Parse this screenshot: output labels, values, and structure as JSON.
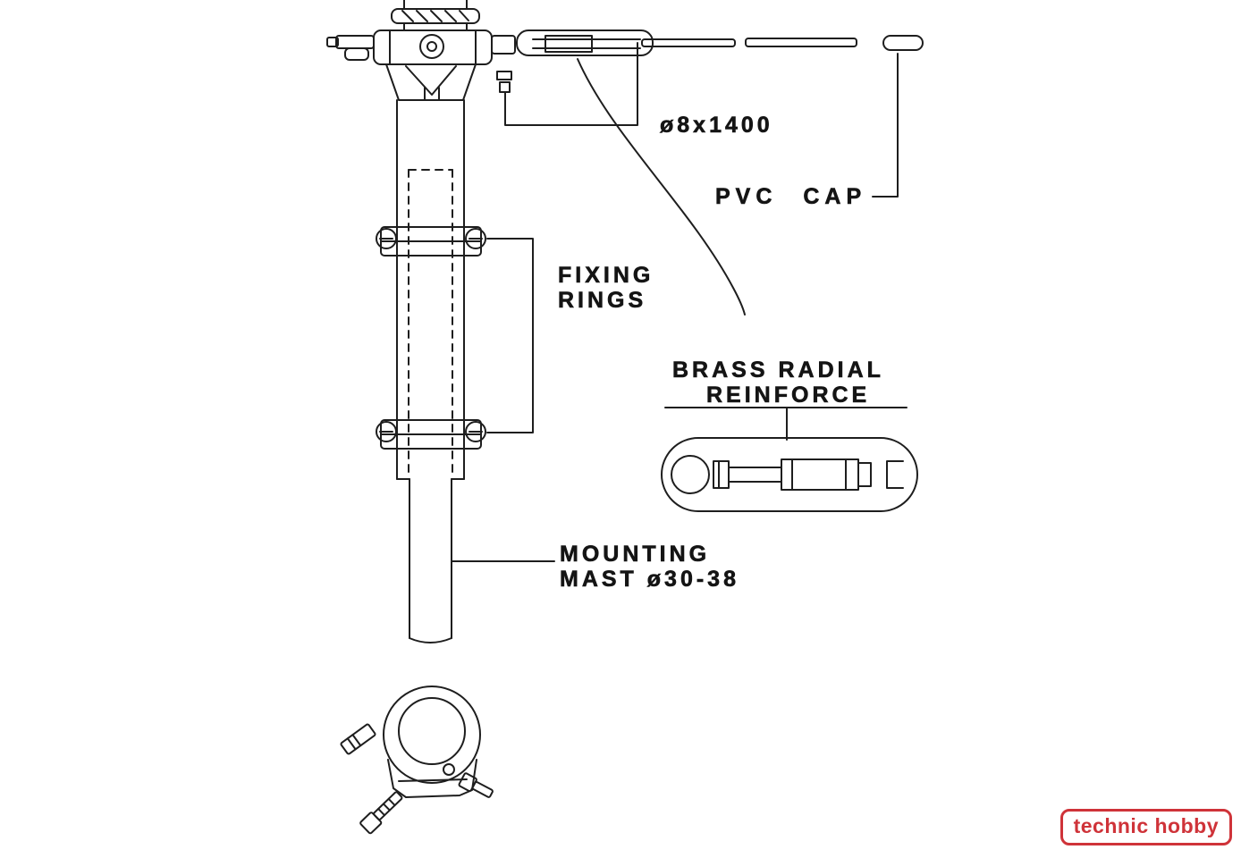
{
  "page": {
    "background": "#ffffff"
  },
  "diagram": {
    "stroke_color": "#1e1e1e",
    "labels": {
      "rod_size": "ø8x1400",
      "pvc_cap": "PVC CAP",
      "fixing_rings": {
        "line1": "FIXING",
        "line2": "RINGS"
      },
      "brass_reinforce": {
        "line1": "BRASS RADIAL",
        "line2": "REINFORCE"
      },
      "mounting_mast": {
        "line1": "MOUNTING",
        "line2": "MAST ø30-38"
      }
    },
    "parts": [
      "antenna-hub",
      "radial-arm",
      "pvc-cap-part",
      "mast",
      "fixing-ring-upper",
      "fixing-ring-lower",
      "brass-reinforce-detail",
      "mast-clamp-bottom"
    ]
  },
  "watermark": {
    "text": "technic hobby",
    "color": "#cf3339"
  }
}
